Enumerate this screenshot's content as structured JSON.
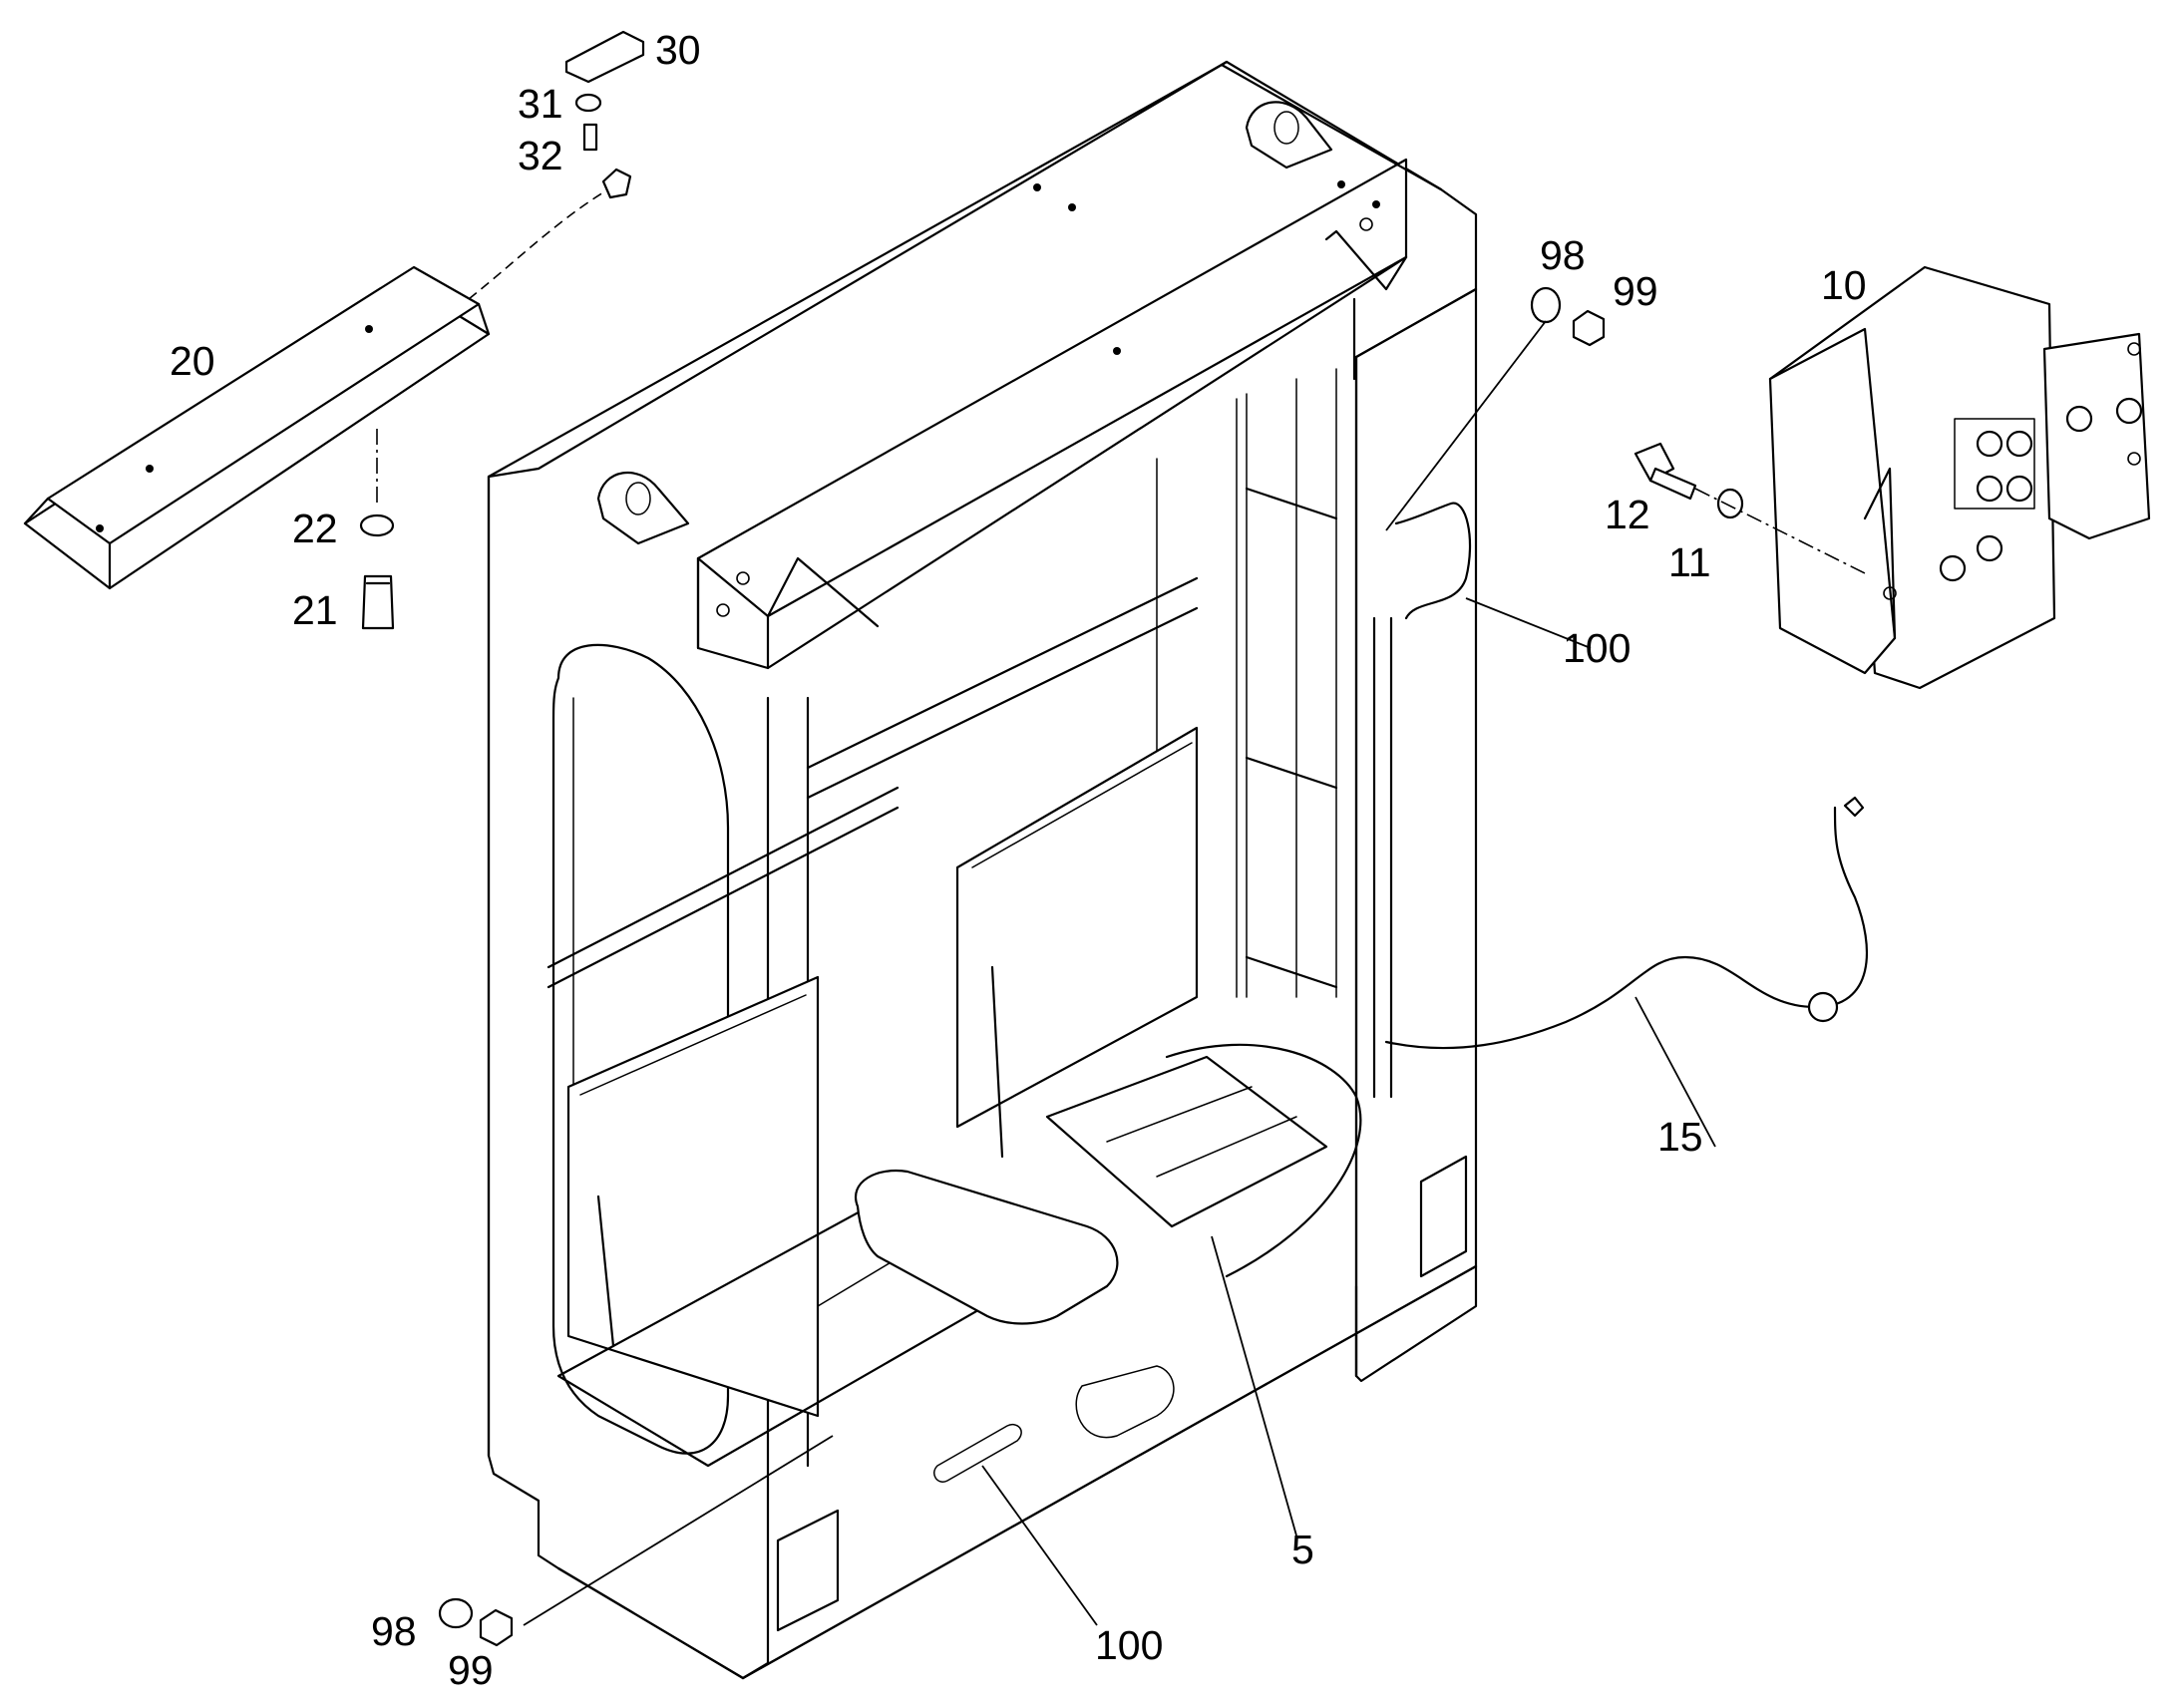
{
  "callouts": {
    "c5": "5",
    "c10": "10",
    "c11": "11",
    "c12": "12",
    "c15": "15",
    "c20": "20",
    "c21": "21",
    "c22": "22",
    "c30": "30",
    "c31": "31",
    "c32": "32",
    "c98_top": "98",
    "c99_top": "99",
    "c98_bottom": "98",
    "c99_bottom": "99",
    "c100_right": "100",
    "c100_bottom": "100"
  }
}
